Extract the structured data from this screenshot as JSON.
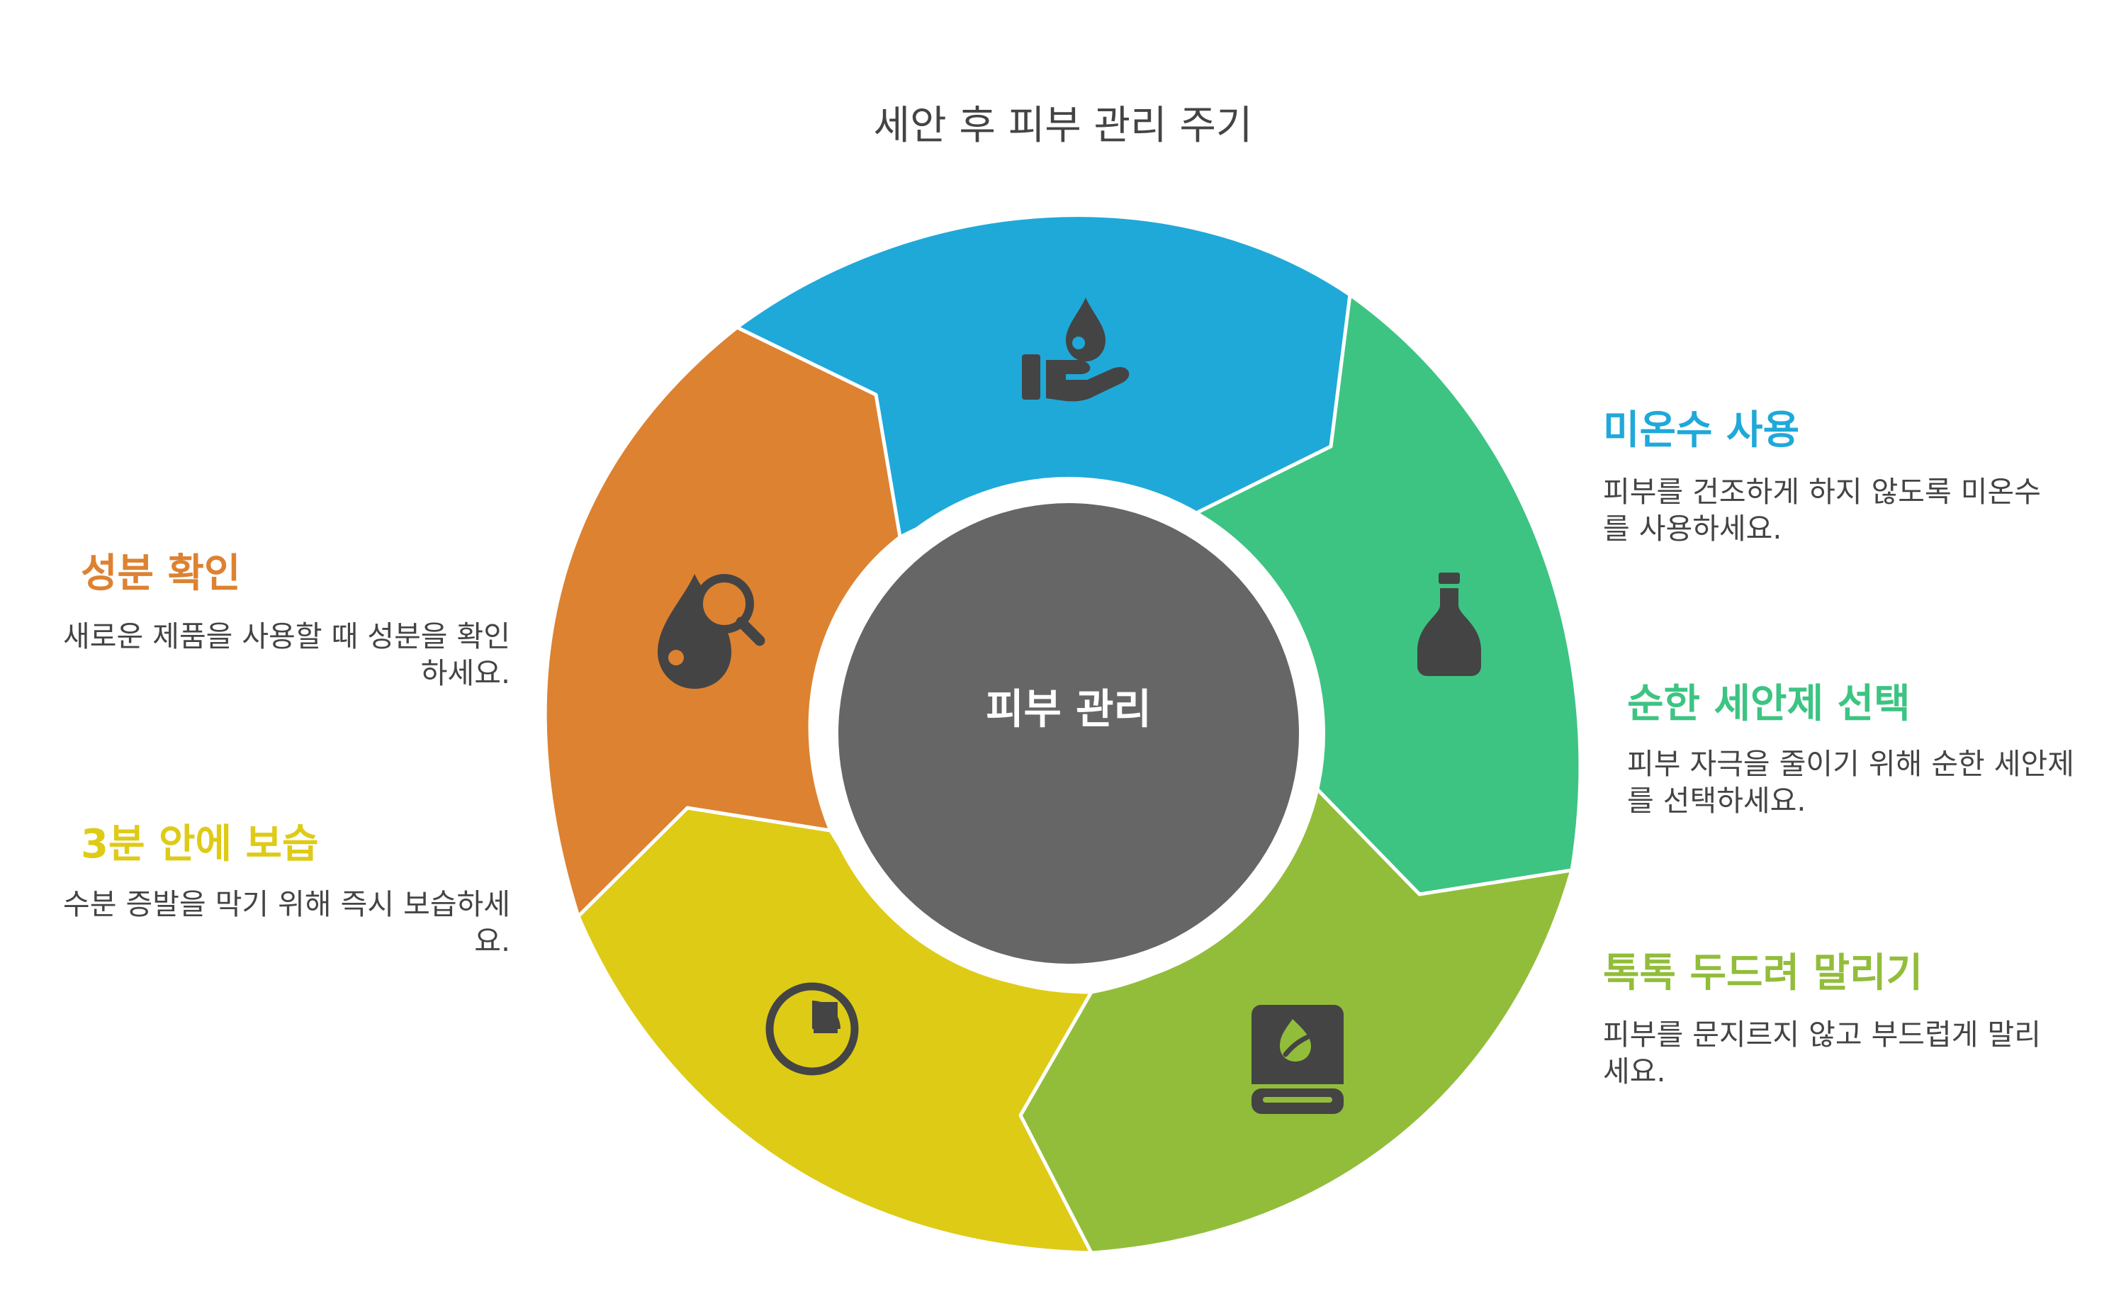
{
  "title": "세안 후 피부 관리 주기",
  "center": "피부 관리",
  "colors": {
    "blue": "#1FA9D9",
    "green": "#3DC482",
    "lime": "#92BD3A",
    "yellow": "#DECB16",
    "orange": "#DD8231",
    "center": "#666666",
    "icon": "#444444"
  },
  "steps": [
    {
      "title": "미온수 사용",
      "desc": "피부를 건조하게 하지 않도록 미온수를 사용하세요.",
      "color": "#1FA9D9",
      "icon": "hand-water-drop-icon"
    },
    {
      "title": "순한 세안제 선택",
      "desc": "피부 자극을 줄이기 위해 순한 세안제를 선택하세요.",
      "color": "#3DC482",
      "icon": "bottle-icon"
    },
    {
      "title": "톡톡 두드려 말리기",
      "desc": "피부를 문지르지 않고 부드럽게 말리세요.",
      "color": "#92BD3A",
      "icon": "towel-icon"
    },
    {
      "title": "3분 안에 보습",
      "desc": "수분 증발을 막기 위해 즉시 보습하세요.",
      "color": "#DECB16",
      "icon": "timer-icon"
    },
    {
      "title": "성분 확인",
      "desc": "새로운 제품을 사용할 때 성분을 확인하세요.",
      "color": "#DD8231",
      "icon": "drop-search-icon"
    }
  ]
}
